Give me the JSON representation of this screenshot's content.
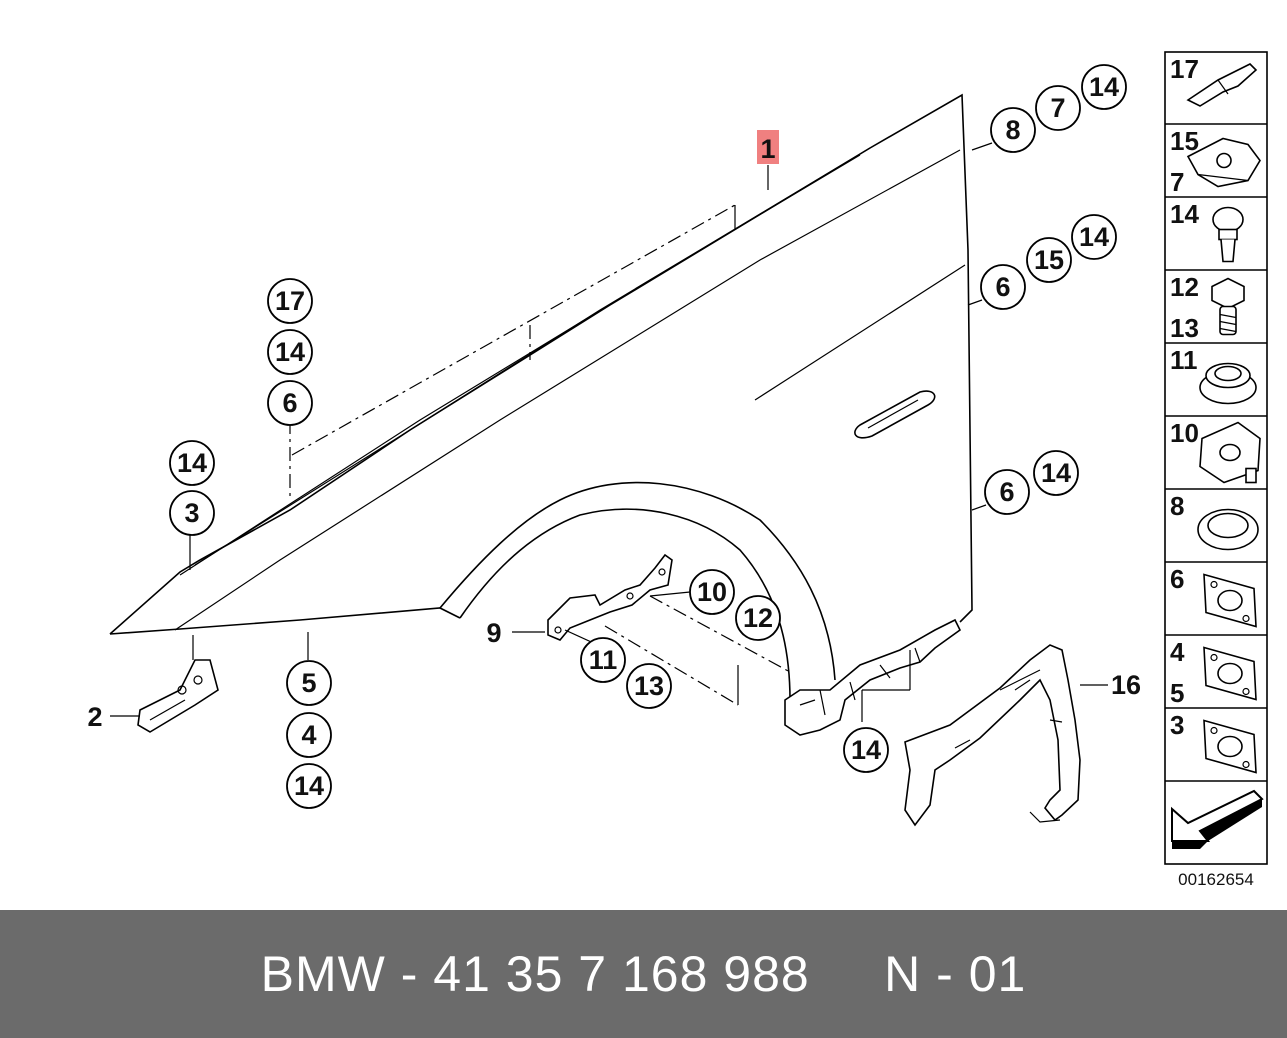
{
  "diagram": {
    "main_part_label": "1",
    "callouts": [
      "17",
      "14",
      "6",
      "14",
      "3",
      "14",
      "7",
      "8",
      "14",
      "15",
      "6",
      "6",
      "14",
      "10",
      "12",
      "11",
      "13",
      "5",
      "4",
      "14",
      "14"
    ],
    "leaders": [
      "2",
      "9",
      "16"
    ],
    "side_panel": [
      {
        "top": "17",
        "bottom": "",
        "icon": "clip-icon"
      },
      {
        "top": "15",
        "bottom": "7",
        "icon": "spring-nut-icon"
      },
      {
        "top": "14",
        "bottom": "",
        "icon": "expanding-rivet-icon"
      },
      {
        "top": "12",
        "bottom": "13",
        "icon": "hex-bolt-icon"
      },
      {
        "top": "11",
        "bottom": "",
        "icon": "grommet-icon"
      },
      {
        "top": "10",
        "bottom": "",
        "icon": "rubber-mount-icon"
      },
      {
        "top": "8",
        "bottom": "",
        "icon": "seal-ring-icon"
      },
      {
        "top": "6",
        "bottom": "",
        "icon": "gasket-plate-icon"
      },
      {
        "top": "4",
        "bottom": "5",
        "icon": "gasket-plate-icon"
      },
      {
        "top": "3",
        "bottom": "",
        "icon": "gasket-plate-icon"
      },
      {
        "top": "",
        "bottom": "",
        "icon": "direction-arrow-icon"
      }
    ],
    "diagram_number": "00162654"
  },
  "footer": {
    "text": "BMW - 41 35 7 168 988     N - 01"
  },
  "colors": {
    "highlight": "#f08080",
    "footer_bg": "#6b6b6b"
  }
}
